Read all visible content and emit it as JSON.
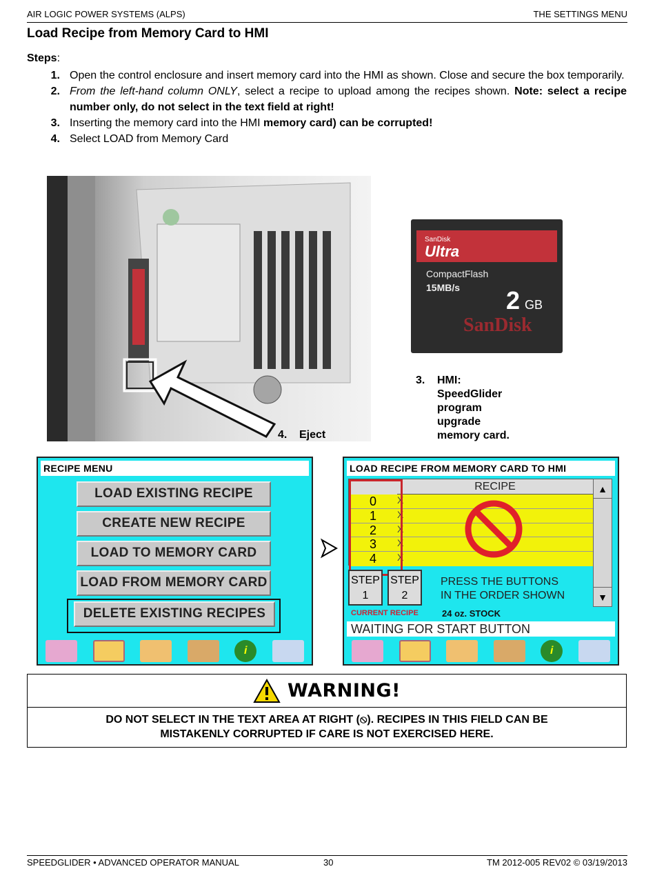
{
  "header": {
    "left": "AIR LOGIC POWER SYSTEMS (ALPS)",
    "right": "THE SETTINGS MENU"
  },
  "title": "Load Recipe from Memory Card to HMI",
  "steps_label": "Steps",
  "steps": [
    {
      "num": "1.",
      "text": "Open the control enclosure and insert memory card into the HMI as shown. Close and secure the box temporarily."
    },
    {
      "num": "2.",
      "italic": "From the left-hand column ONLY",
      "plain": ", select a recipe to upload among the recipes shown. ",
      "bold": "Note: select a recipe number only, do not select in the text field at right!"
    },
    {
      "num": "3.",
      "plain": "Inserting the memory card into the HMI ",
      "bold": "memory card) can be corrupted!"
    },
    {
      "num": "4.",
      "text": "Select LOAD from Memory Card"
    }
  ],
  "photo": {
    "label_num": "4.",
    "label": "Eject"
  },
  "card": {
    "brand_small": "SanDisk",
    "brand": "Ultra",
    "type": "CompactFlash",
    "speed": "15MB/s",
    "capacity": "2",
    "unit": "GB",
    "logo": "SanDisk",
    "label_num": "3.",
    "label": [
      "HMI:",
      "SpeedGlider",
      "program",
      "upgrade",
      "memory card."
    ]
  },
  "recipe_menu": {
    "title": "RECIPE MENU",
    "buttons": [
      "LOAD EXISTING RECIPE",
      "CREATE NEW RECIPE",
      "LOAD TO MEMORY CARD",
      "LOAD FROM MEMORY CARD",
      "DELETE EXISTING RECIPES"
    ]
  },
  "load_screen": {
    "title": "LOAD RECIPE FROM MEMORY CARD TO HMI",
    "column": "RECIPE",
    "rows": [
      "0",
      "1",
      "2",
      "3",
      "4"
    ],
    "row_mark": "X",
    "step1": [
      "STEP",
      "1"
    ],
    "step2": [
      "STEP",
      "2"
    ],
    "instructions": [
      "PRESS THE BUTTONS",
      "IN THE ORDER SHOWN"
    ],
    "current_label": "CURRENT RECIPE",
    "current_value": "24 oz. STOCK",
    "status": "WAITING FOR START BUTTON"
  },
  "warning": {
    "title": "WARNING!",
    "line1": "DO NOT SELECT IN THE TEXT AREA AT RIGHT (⦸). RECIPES IN THIS FIELD CAN BE",
    "line2": "MISTAKENLY CORRUPTED IF CARE IS NOT EXERCISED HERE."
  },
  "footer": {
    "left": "SPEEDGLIDER • ADVANCED OPERATOR MANUAL",
    "center": "30",
    "right": "TM 2012-005 REV02 © 03/19/2013"
  },
  "colors": {
    "screen": "#1ee6ee",
    "recipe_row": "#f2f20a",
    "card_red": "#c2323a",
    "highlight": "#c8262c"
  }
}
